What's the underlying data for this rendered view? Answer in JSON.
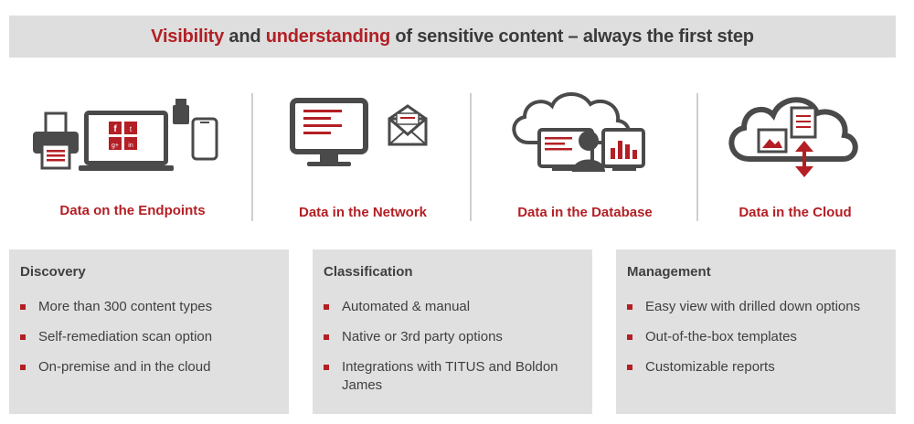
{
  "banner": {
    "word1": "Visibility",
    "part2": " and ",
    "word3": "understanding",
    "part4": " of sensitive content – always the first step"
  },
  "sources": [
    {
      "label": "Data on the Endpoints",
      "icon": "endpoints-icon"
    },
    {
      "label": "Data in the Network",
      "icon": "network-icon"
    },
    {
      "label": "Data in the Database",
      "icon": "database-icon"
    },
    {
      "label": "Data in the Cloud",
      "icon": "cloud-icon"
    }
  ],
  "panels": [
    {
      "title": "Discovery",
      "items": [
        "More than 300 content types",
        "Self-remediation scan option",
        "On-premise and in the cloud"
      ]
    },
    {
      "title": "Classification",
      "items": [
        "Automated & manual",
        "Native or 3rd party options",
        "Integrations with TITUS and Boldon James"
      ]
    },
    {
      "title": "Management",
      "items": [
        "Easy view with drilled down options",
        "Out-of-the-box templates",
        "Customizable reports"
      ]
    }
  ],
  "colors": {
    "accent": "#b31f24",
    "dark": "#4a4a4a",
    "panel": "#e0e0e0",
    "banner": "#dedede"
  }
}
